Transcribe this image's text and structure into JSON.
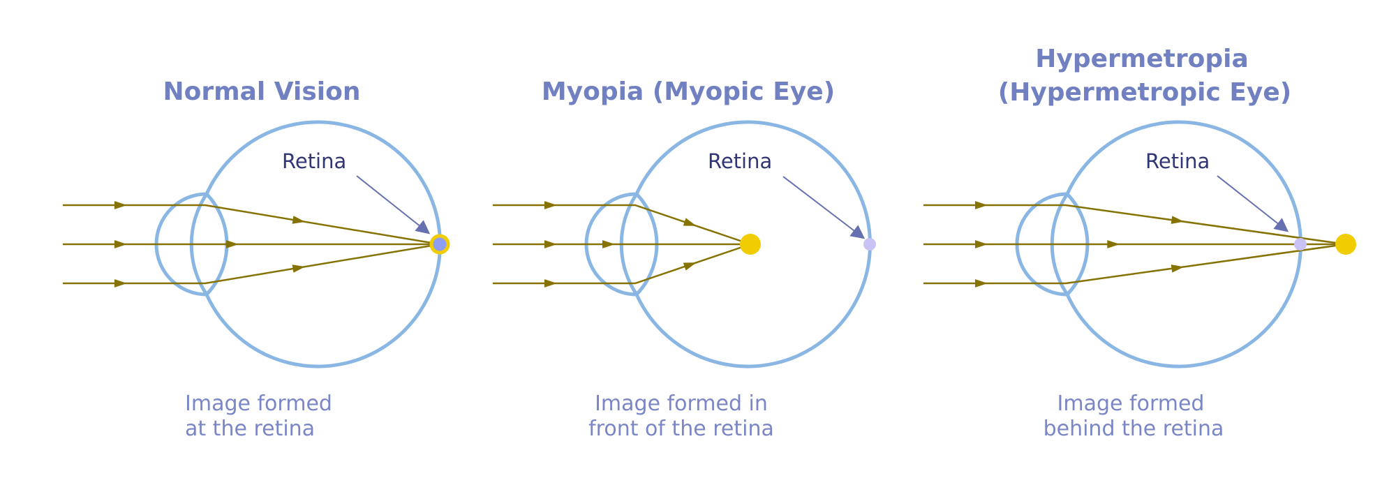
{
  "panels": [
    {
      "id": "normal",
      "title_lines": [
        "Normal Vision"
      ],
      "retina_label": "Retina",
      "caption_lines": [
        "Image formed",
        "at the retina"
      ],
      "focus": "on-retina"
    },
    {
      "id": "myopia",
      "title_lines": [
        "Myopia (Myopic Eye)"
      ],
      "retina_label": "Retina",
      "caption_lines": [
        "Image formed in",
        "front of the retina"
      ],
      "focus": "in-front-of-retina"
    },
    {
      "id": "hypermetropia",
      "title_lines": [
        "Hypermetropia",
        "(Hypermetropic Eye)"
      ],
      "retina_label": "Retina",
      "caption_lines": [
        "Image formed",
        "behind the retina"
      ],
      "focus": "behind-retina"
    }
  ],
  "colors": {
    "eye": "#8ab6e4",
    "ray": "#857200",
    "focus": "#f0cc00",
    "retina_point": "#c9c3f5",
    "retina_point_on_focus": "#8f9ef5",
    "title": "#7080c0",
    "retina_label": "#2f3575",
    "caption": "#7a86c6",
    "pointer": "#6670b0"
  }
}
